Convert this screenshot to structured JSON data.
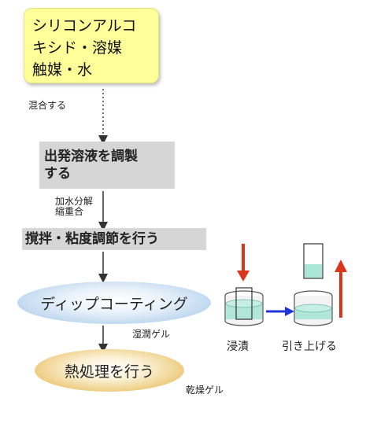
{
  "start_box": {
    "text": "シリコンアルコ\nキシド・溶媒\n触媒・水"
  },
  "step_mix": {
    "label": "混合する"
  },
  "step_prepare": {
    "text": "出発溶液を調製\nする"
  },
  "step_reaction": {
    "label": "加水分解\n縮重合"
  },
  "step_stir": {
    "text": "撹拌・粘度調節を行う"
  },
  "step_dip": {
    "text": "ディップコーティング"
  },
  "label_wet_gel": {
    "text": "湿潤ゲル"
  },
  "step_heat": {
    "text": "熱処理を行う"
  },
  "label_dry_gel": {
    "text": "乾燥ゲル"
  },
  "dip_illustration": {
    "immerse_label": "浸漬",
    "pull_label": "引き上げる",
    "colors": {
      "red_arrow": "#d9361b",
      "blue_arrow": "#1f37d6",
      "liquid": "#a9e6d6"
    }
  }
}
